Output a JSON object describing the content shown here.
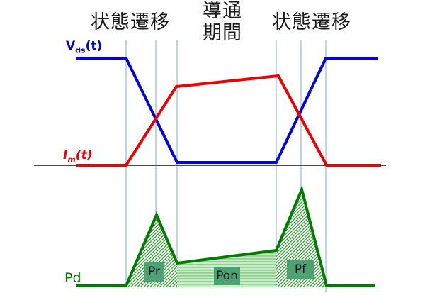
{
  "header": {
    "transition_left": "状態遷移",
    "conduction_line1": "導通",
    "conduction_line2": "期間",
    "transition_right": "状態遷移"
  },
  "labels": {
    "vds": {
      "base": "V",
      "sub": "ds",
      "arg": "(t)"
    },
    "im": {
      "base": "I",
      "sub": "m",
      "arg": "(t)"
    },
    "pd": "Pd",
    "pr": "Pr",
    "pon": "Pon",
    "pf": "Pf"
  },
  "colors": {
    "vds_line": "#0000e0",
    "im_line": "#ee0000",
    "pd_line": "#007c00",
    "gridline": "#a7c5e6",
    "axis": "#4d4d4d",
    "label_box": "#4ca273",
    "hatch_line": "#2f9e2f",
    "hatch_bg": "#ffffff",
    "stripe_dark": "#8ed08e",
    "stripe_light": "#cdeacd",
    "title_text": "#1a1a1a"
  },
  "chart_data": {
    "type": "line",
    "title": "",
    "x_axis": {
      "y": 233,
      "x1": 48,
      "x2": 545
    },
    "gridlines": [
      {
        "x": 178,
        "y1": 57,
        "y2": 405
      },
      {
        "x": 220,
        "y1": 57,
        "y2": 303
      },
      {
        "x": 250,
        "y1": 57,
        "y2": 371
      },
      {
        "x": 390,
        "y1": 57,
        "y2": 355
      },
      {
        "x": 425,
        "y1": 57,
        "y2": 267
      },
      {
        "x": 460,
        "y1": 57,
        "y2": 412
      }
    ],
    "series": [
      {
        "id": "vds",
        "name": "Vds(t)",
        "color_key": "vds_line",
        "width": 4,
        "points": [
          [
            107,
            82
          ],
          [
            178,
            82
          ],
          [
            250,
            229
          ],
          [
            390,
            229
          ],
          [
            460,
            82
          ],
          [
            533,
            82
          ]
        ]
      },
      {
        "id": "im",
        "name": "Im(t)",
        "color_key": "im_line",
        "width": 4,
        "points": [
          [
            107,
            233
          ],
          [
            178,
            233
          ],
          [
            249,
            122
          ],
          [
            393,
            107
          ],
          [
            461,
            233
          ],
          [
            538,
            233
          ]
        ]
      },
      {
        "id": "pd",
        "name": "Pd",
        "color_key": "pd_line",
        "width": 4,
        "points": [
          [
            108,
            403
          ],
          [
            178,
            403
          ],
          [
            221,
            303
          ],
          [
            250,
            371
          ],
          [
            390,
            353
          ],
          [
            426,
            267
          ],
          [
            461,
            403
          ],
          [
            530,
            403
          ]
        ]
      }
    ],
    "regions": [
      {
        "id": "pr",
        "name": "Pr",
        "pattern": "diagonal",
        "points": [
          [
            178,
            405
          ],
          [
            221,
            303
          ],
          [
            250,
            371
          ],
          [
            250,
            405
          ]
        ]
      },
      {
        "id": "pon",
        "name": "Pon",
        "pattern": "horizontal",
        "points": [
          [
            250,
            405
          ],
          [
            250,
            371
          ],
          [
            390,
            353
          ],
          [
            390,
            405
          ]
        ]
      },
      {
        "id": "pf",
        "name": "Pf",
        "pattern": "diagonal",
        "points": [
          [
            390,
            405
          ],
          [
            390,
            353
          ],
          [
            426,
            267
          ],
          [
            461,
            405
          ]
        ]
      }
    ]
  }
}
